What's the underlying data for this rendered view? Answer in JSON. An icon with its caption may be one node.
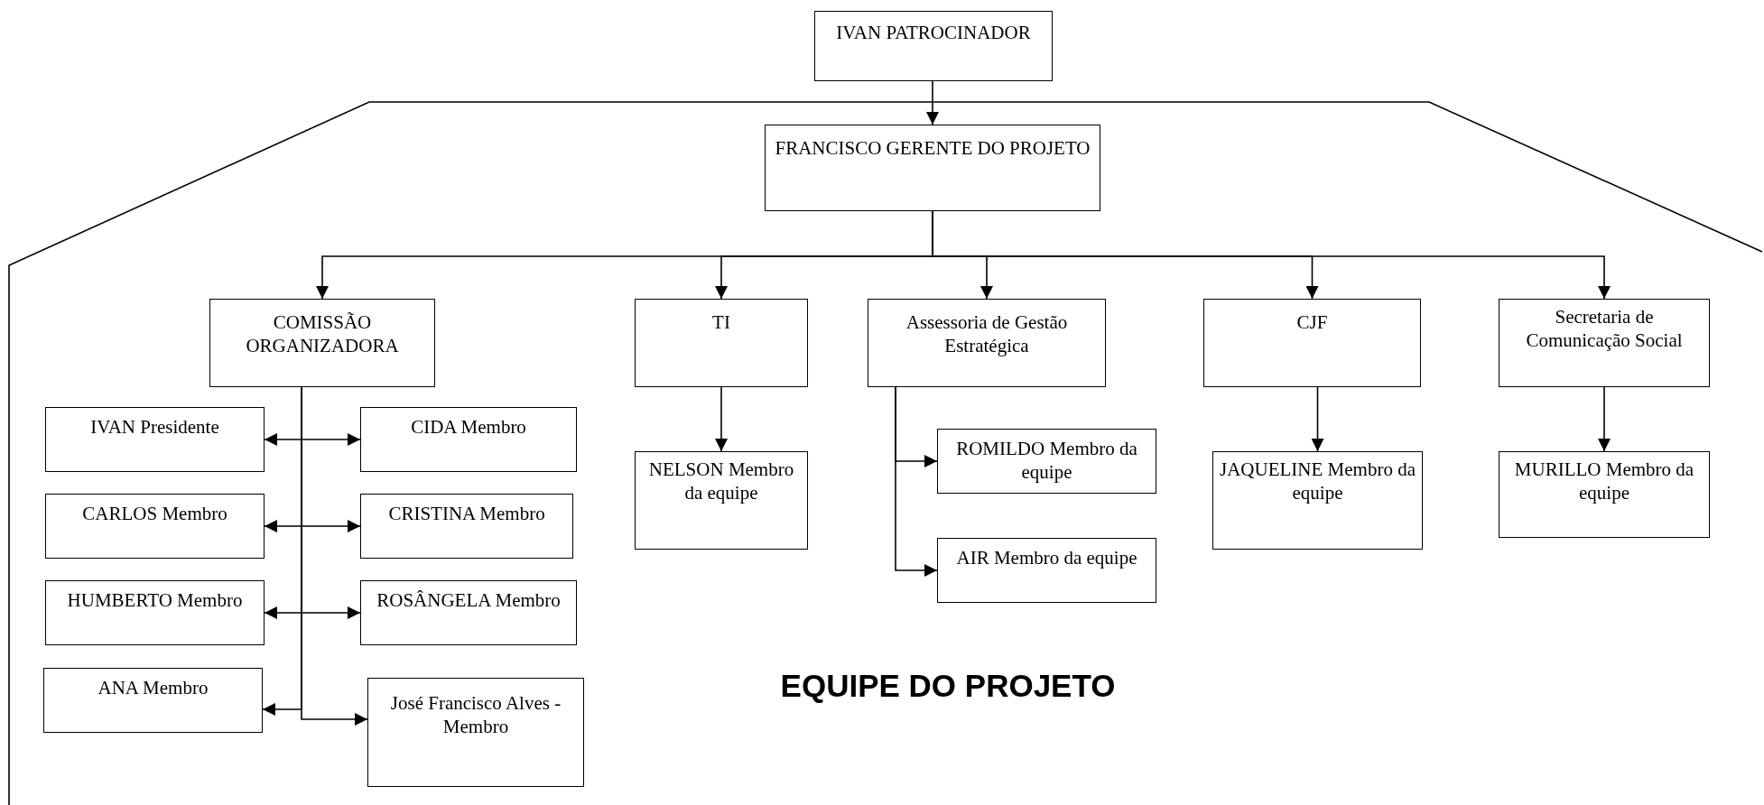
{
  "diagram": {
    "nodes": [
      {
        "text": [
          "IVAN PATROCINADOR"
        ]
      },
      {
        "text": [
          "FRANCISCO GERENTE DO PROJETO"
        ]
      },
      {
        "text": [
          "COMISSÃO ORGANIZADORA"
        ]
      },
      {
        "text": [
          "TI"
        ]
      },
      {
        "text": [
          "Assessoria de Gestão Estratégica"
        ]
      },
      {
        "text": [
          "CJF"
        ]
      },
      {
        "text": [
          "Secretaria de Comunicação Social"
        ]
      },
      {
        "text": [
          "IVAN Presidente"
        ]
      },
      {
        "text": [
          "CIDA Membro"
        ]
      },
      {
        "text": [
          "CARLOS Membro"
        ]
      },
      {
        "text": [
          "CRISTINA Membro"
        ]
      },
      {
        "text": [
          "HUMBERTO Membro"
        ]
      },
      {
        "text": [
          "ROSÂNGELA Membro"
        ]
      },
      {
        "text": [
          "ANA Membro"
        ]
      },
      {
        "text": [
          "José Francisco Alves - Membro"
        ]
      },
      {
        "text": [
          "NELSON Membro da equipe"
        ]
      },
      {
        "text": [
          "ROMILDO Membro da equipe"
        ]
      },
      {
        "text": [
          "AIR Membro da equipe"
        ]
      },
      {
        "text": [
          "JAQUELINE Membro da equipe"
        ]
      },
      {
        "text": [
          "MURILLO Membro da equipe"
        ]
      }
    ],
    "edges": [
      {
        "from": 0,
        "to": 1,
        "arrow": "to"
      },
      {
        "from": 1,
        "to": 2,
        "arrow": "to"
      },
      {
        "from": 1,
        "to": 3,
        "arrow": "to"
      },
      {
        "from": 1,
        "to": 4,
        "arrow": "to"
      },
      {
        "from": 1,
        "to": 5,
        "arrow": "to"
      },
      {
        "from": 1,
        "to": 6,
        "arrow": "to"
      },
      {
        "from": 2,
        "to": 7,
        "arrow": "to"
      },
      {
        "from": 2,
        "to": 8,
        "arrow": "to"
      },
      {
        "from": 2,
        "to": 9,
        "arrow": "to"
      },
      {
        "from": 2,
        "to": 10,
        "arrow": "to"
      },
      {
        "from": 2,
        "to": 11,
        "arrow": "to"
      },
      {
        "from": 2,
        "to": 12,
        "arrow": "to"
      },
      {
        "from": 2,
        "to": 13,
        "arrow": "to"
      },
      {
        "from": 2,
        "to": 14,
        "arrow": "to"
      },
      {
        "from": 3,
        "to": 15,
        "arrow": "to"
      },
      {
        "from": 4,
        "to": 16,
        "arrow": "to"
      },
      {
        "from": 4,
        "to": 17,
        "arrow": "to"
      },
      {
        "from": 5,
        "to": 18,
        "arrow": "to"
      },
      {
        "from": 6,
        "to": 19,
        "arrow": "to"
      }
    ],
    "labels": [
      "EQUIPE DO PROJETO"
    ]
  }
}
